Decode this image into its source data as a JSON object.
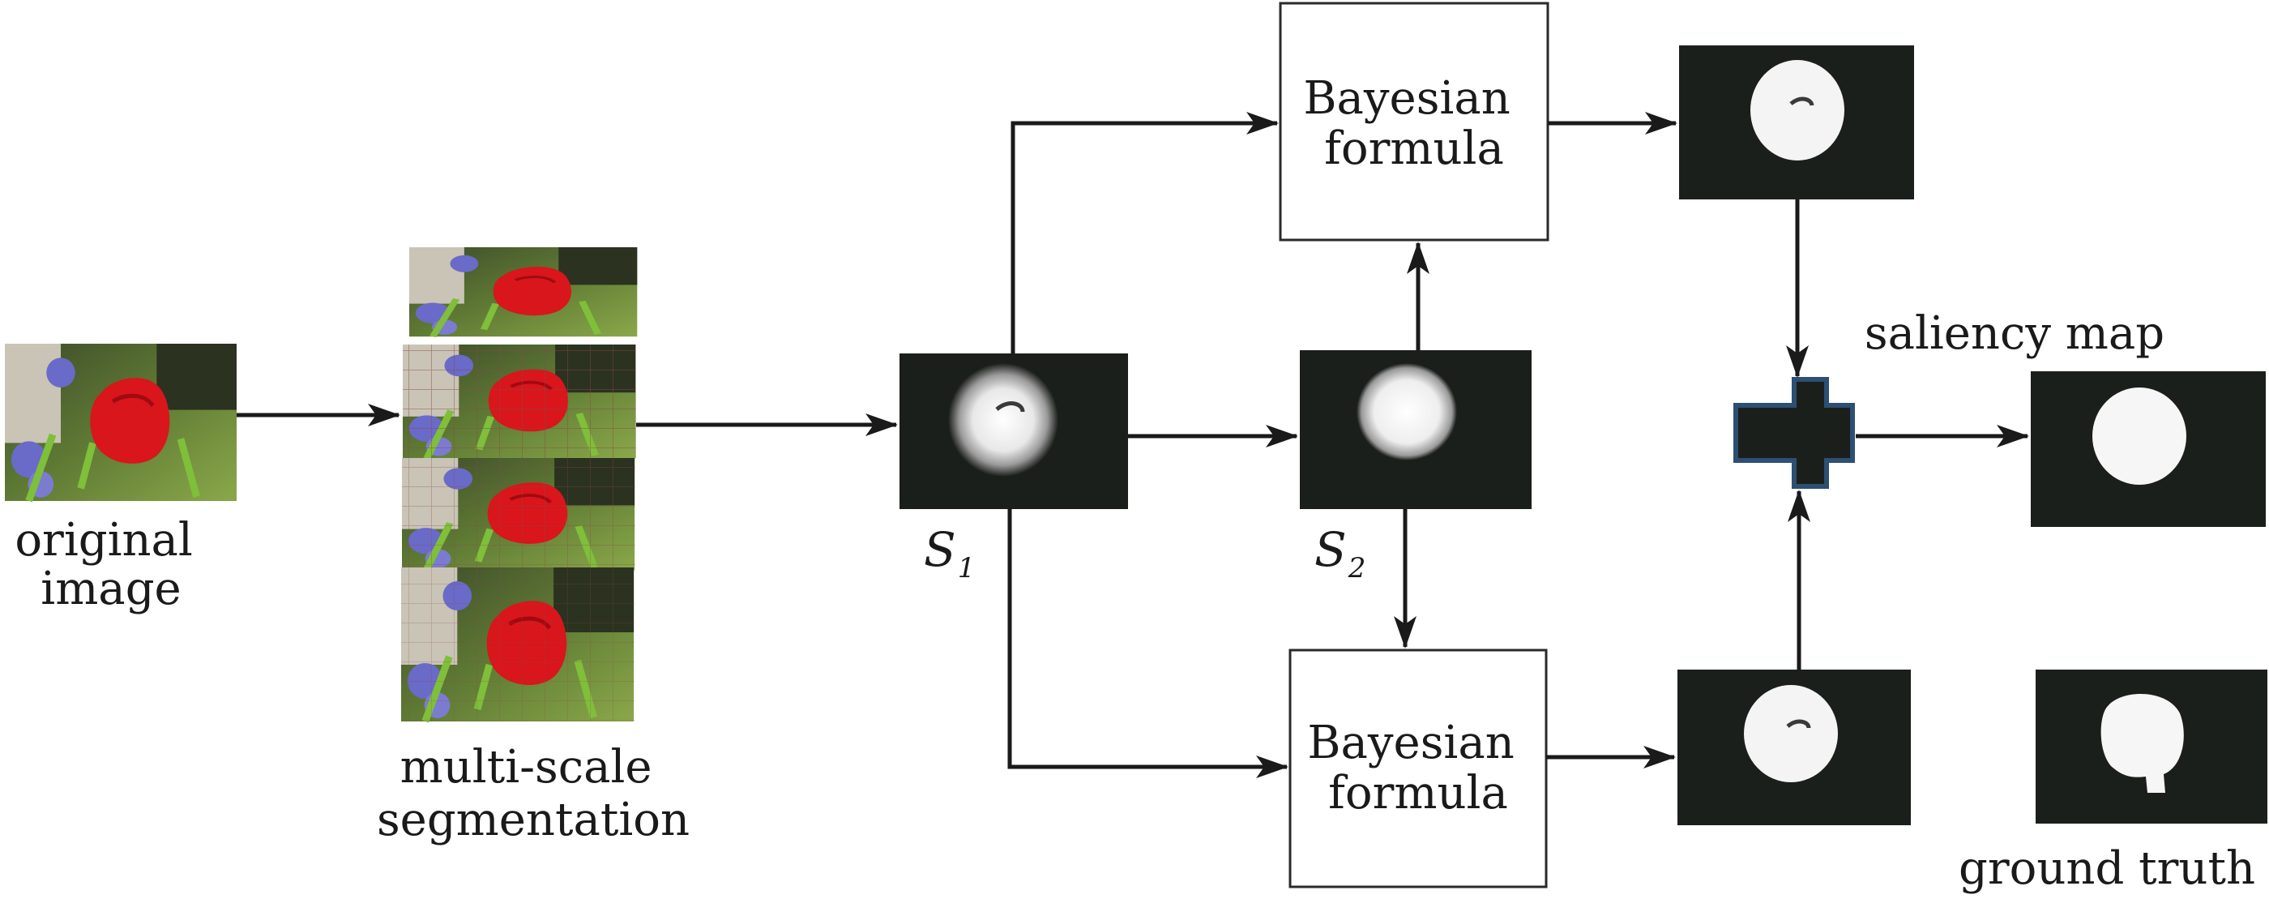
{
  "labels": {
    "original_image": [
      "original",
      "image"
    ],
    "multi_scale": [
      "multi-scale",
      "segmentation"
    ],
    "s1": {
      "main": "S",
      "subscript": "1"
    },
    "s2": {
      "main": "S",
      "subscript": "2"
    },
    "bayes_top": [
      "Bayesian",
      "formula"
    ],
    "bayes_bottom": [
      "Bayesian",
      "formula"
    ],
    "saliency_map": "saliency map",
    "ground_truth": "ground truth"
  },
  "colors": {
    "flower_red": "#d8161c",
    "foliage_green": "#5f9a3a",
    "map_background": "#1b1f1b",
    "fusion_border": "#2c4f73"
  },
  "icons": {
    "fusion": "plus-shape",
    "arrow": "arrowhead"
  }
}
